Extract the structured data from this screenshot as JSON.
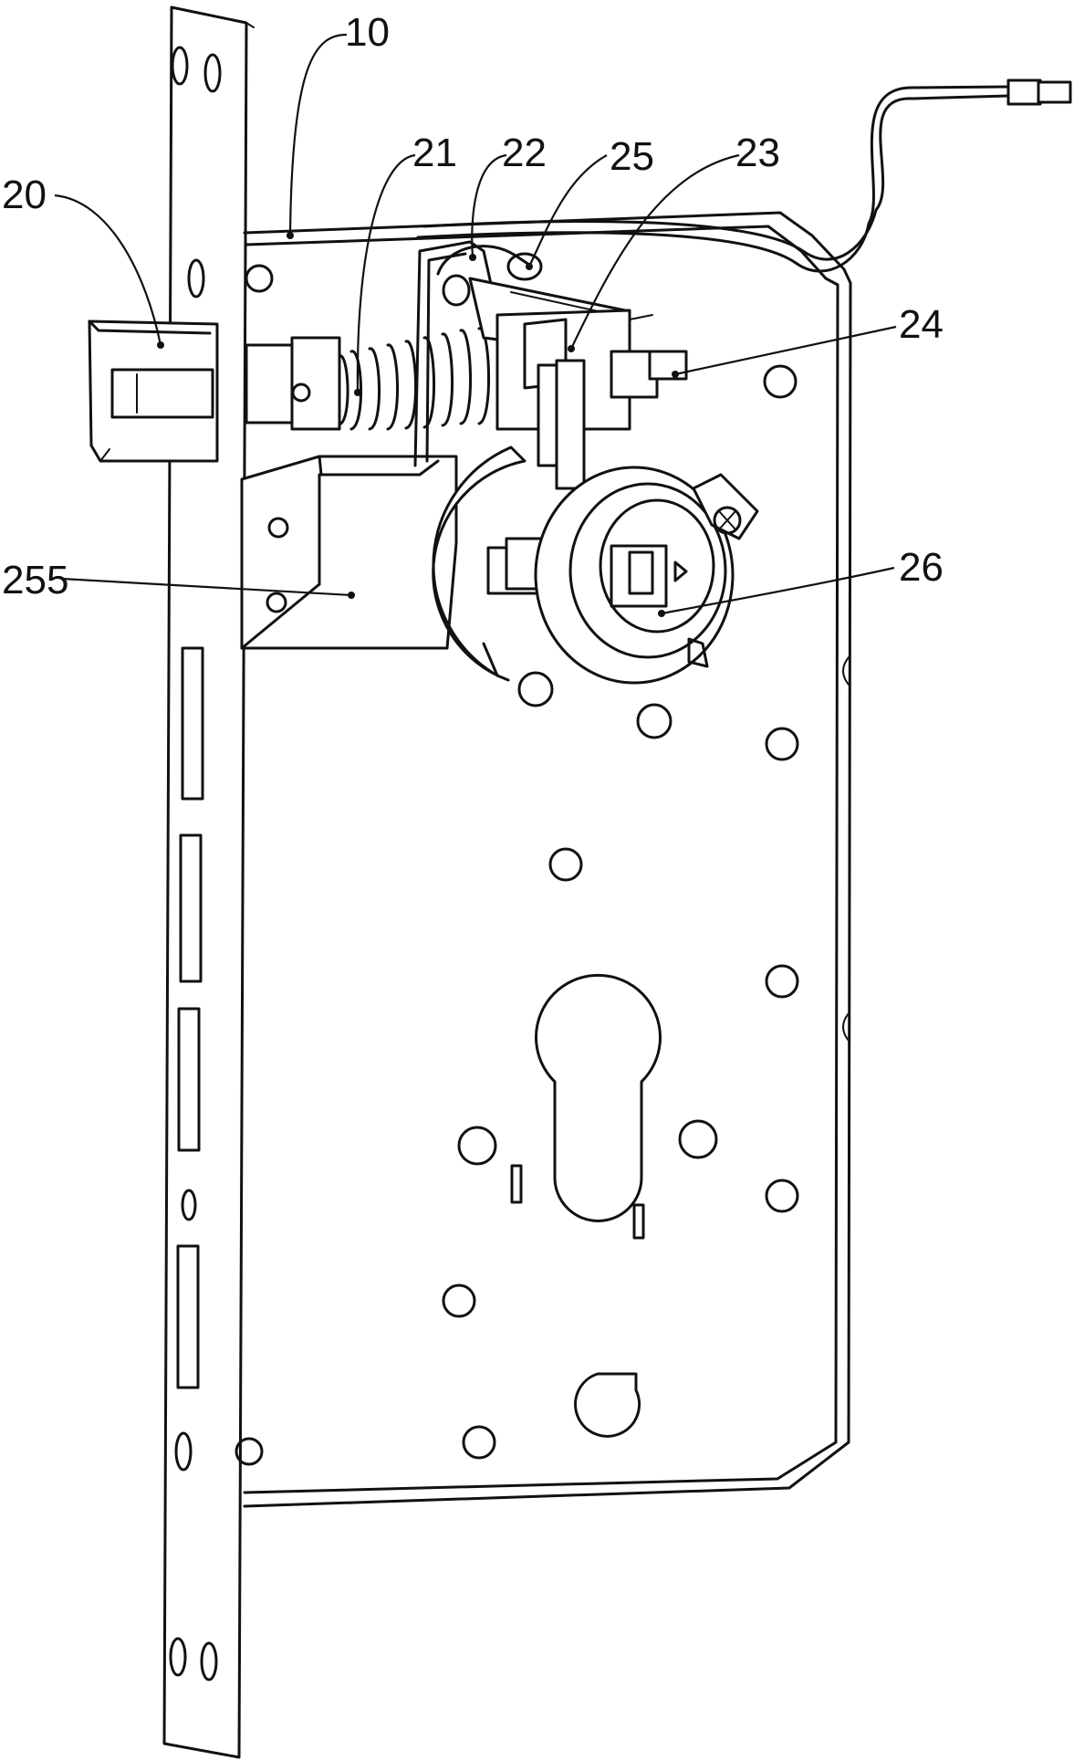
{
  "labels": {
    "plate": "10",
    "latch": "20",
    "spring": "21",
    "lever": "22",
    "part_23": "23",
    "part_24": "24",
    "part_25": "25",
    "motor_box": "255",
    "cylinder": "26"
  }
}
